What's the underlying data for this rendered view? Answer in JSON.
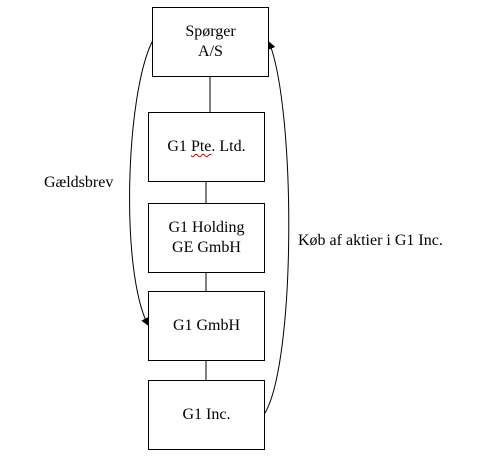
{
  "entities": {
    "spoerger": {
      "line1": "Spørger",
      "line2": "A/S"
    },
    "g1_pte": {
      "prefix": "G1 ",
      "underlined": "Pte",
      "suffix": ". Ltd."
    },
    "g1_holding": {
      "line1": "G1 Holding",
      "line2": "GE GmbH"
    },
    "g1_gmbh": {
      "line1": "G1 GmbH"
    },
    "g1_inc": {
      "line1": "G1 Inc."
    }
  },
  "flows": {
    "left_label": "Gældsbrev",
    "right_label": "Køb af aktier i G1 Inc."
  },
  "colors": {
    "line": "#000000",
    "spellcheck_underline": "#d00000"
  }
}
